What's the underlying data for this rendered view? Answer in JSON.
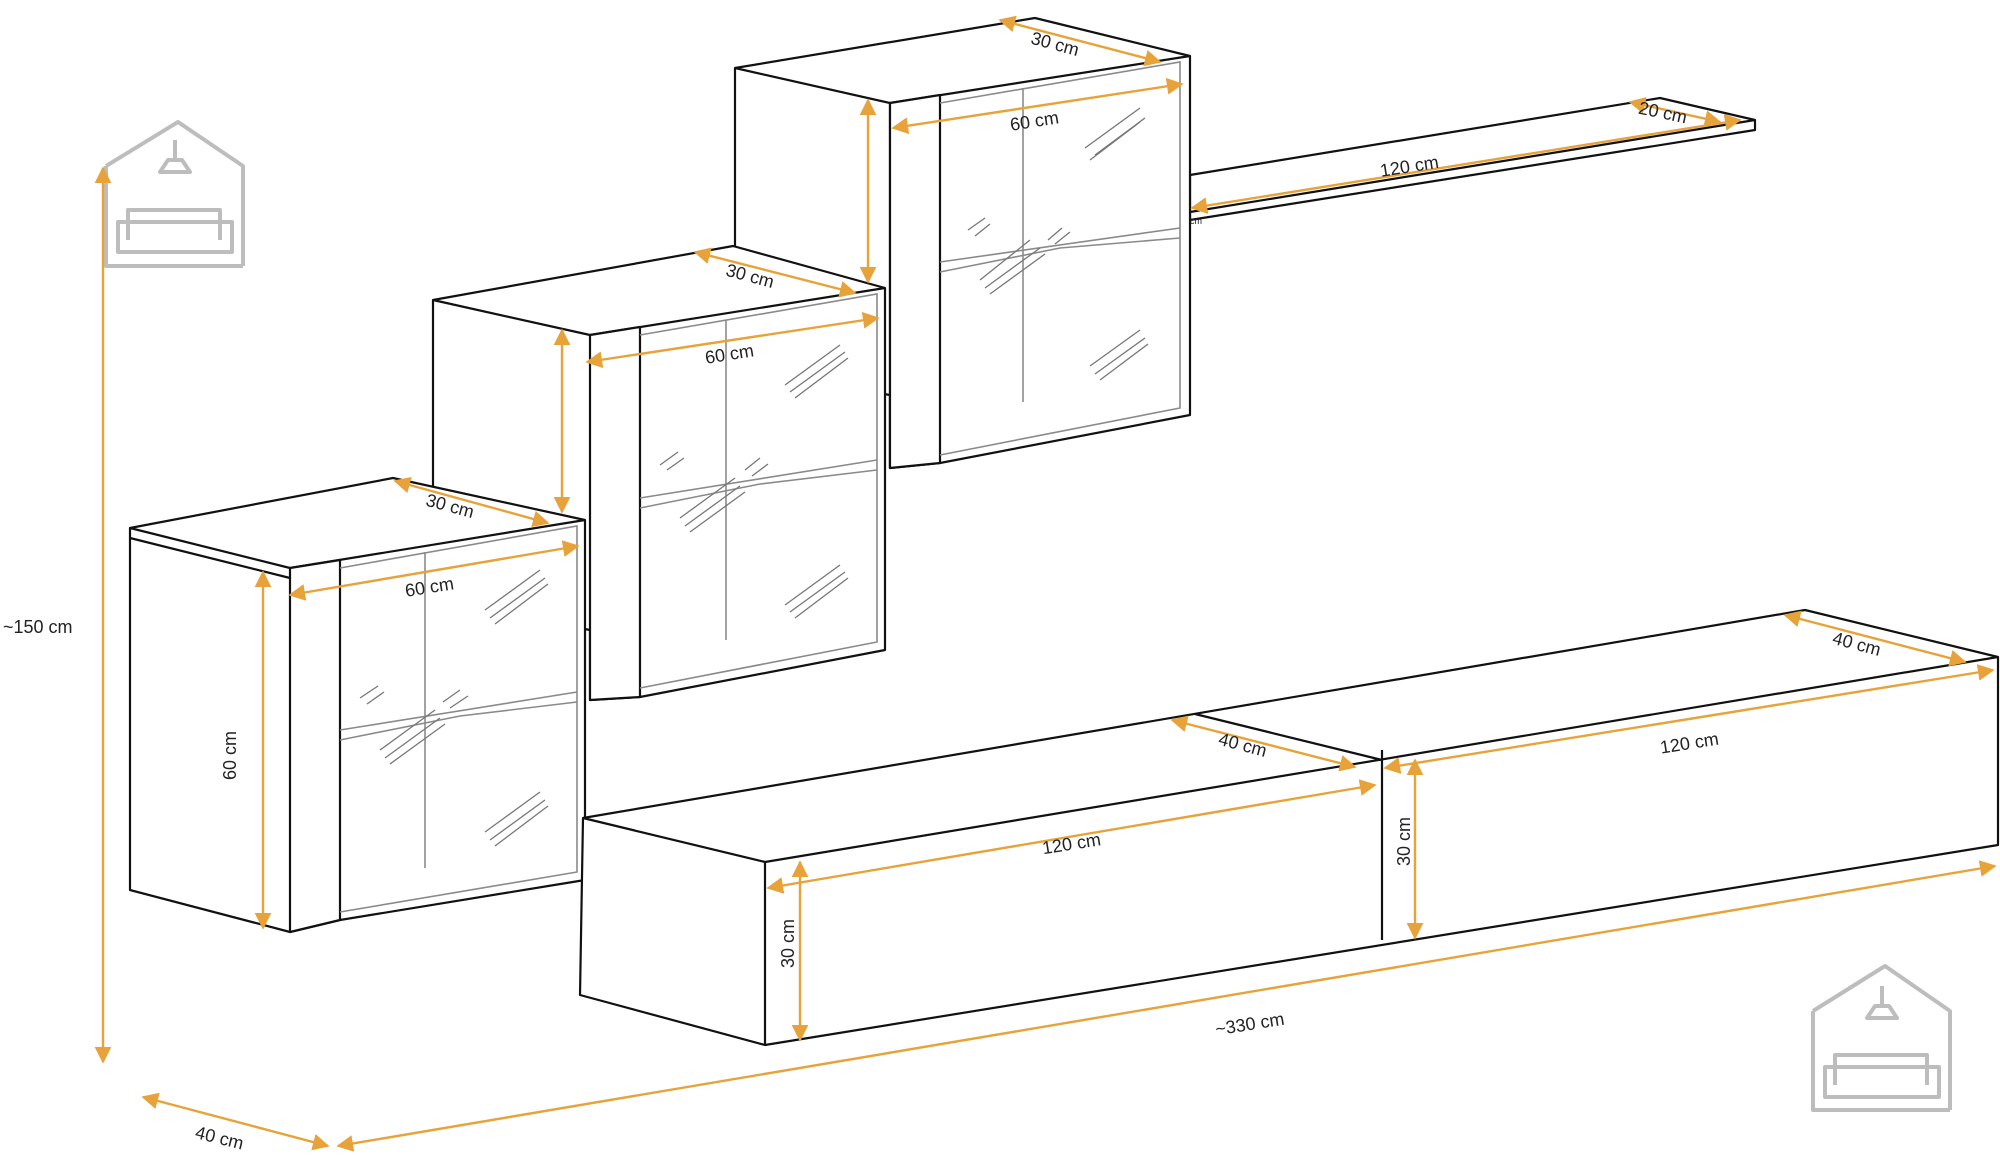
{
  "diagram": {
    "accent_color": "#e8a23a",
    "line_color": "#111111",
    "logo_icon": "house-sofa-logo",
    "labels": {
      "total_height": "~150 cm",
      "total_depth": "40 cm",
      "total_width": "~330 cm",
      "cab_left_depth": "30 cm",
      "cab_left_width": "60 cm",
      "cab_left_height": "60 cm",
      "cab_mid_depth": "30 cm",
      "cab_mid_width": "60 cm",
      "cab_top_depth": "30 cm",
      "cab_top_width": "60 cm",
      "shelf_width": "120 cm",
      "shelf_depth": "20 cm",
      "shelf_small": "cm",
      "tv_left_depth": "40 cm",
      "tv_left_width": "120 cm",
      "tv_left_height": "30 cm",
      "tv_right_depth": "40 cm",
      "tv_right_width": "120 cm",
      "tv_right_height": "30 cm"
    }
  }
}
